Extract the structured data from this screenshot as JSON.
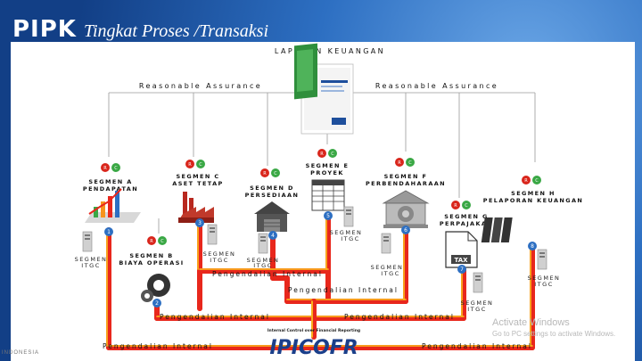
{
  "header": {
    "title": "PIPK",
    "subtitle": "Tingkat Proses /Transaksi"
  },
  "top": {
    "report_label": "LAPORAN KEUANGAN",
    "assurance_left": "Reasonable Assurance",
    "assurance_right": "Reasonable Assurance"
  },
  "segments": [
    {
      "name": "SEGMEN A",
      "sub": "PENDAPATAN",
      "num": "1",
      "icon": "growth-chart-icon"
    },
    {
      "name": "SEGMEN B",
      "sub": "BIAYA OPERASI",
      "num": "2",
      "icon": "gears-icon"
    },
    {
      "name": "SEGMEN C",
      "sub": "ASET TETAP",
      "num": "3",
      "icon": "factory-icon"
    },
    {
      "name": "SEGMEN D",
      "sub": "PERSEDIAAN",
      "num": "4",
      "icon": "warehouse-icon"
    },
    {
      "name": "SEGMEN E",
      "sub": "PROYEK",
      "num": "5",
      "icon": "project-table-icon"
    },
    {
      "name": "SEGMEN F",
      "sub": "PERBENDAHARAAN",
      "num": "6",
      "icon": "treasury-building-icon"
    },
    {
      "name": "SEGMEN G",
      "sub": "PERPAJAKAN",
      "num": "7",
      "icon": "tax-document-icon"
    },
    {
      "name": "SEGMEN H",
      "sub": "PELAPORAN KEUANGAN",
      "num": "8",
      "icon": "books-icon"
    }
  ],
  "rc": {
    "r": "R",
    "c": "C"
  },
  "itgc": {
    "segmen": "SEGMEN",
    "itgc": "ITGC"
  },
  "pengendalian": "Pengendalian Internal",
  "bottom": {
    "icofr_caption": "Internal Control over Financial Reporting",
    "icofr_logo": "IPICOFR"
  },
  "colors": {
    "pipe_red": "#e8271c",
    "pipe_orange": "#f7941d",
    "pipe_yellow": "#ffd21e",
    "r_dot": "#d9261c",
    "c_dot": "#3aa845",
    "num_dot": "#2d6fc2"
  },
  "watermark": {
    "line1": "Activate Windows",
    "line2": "Go to PC settings to activate Windows."
  },
  "footer": "INDONESIA"
}
